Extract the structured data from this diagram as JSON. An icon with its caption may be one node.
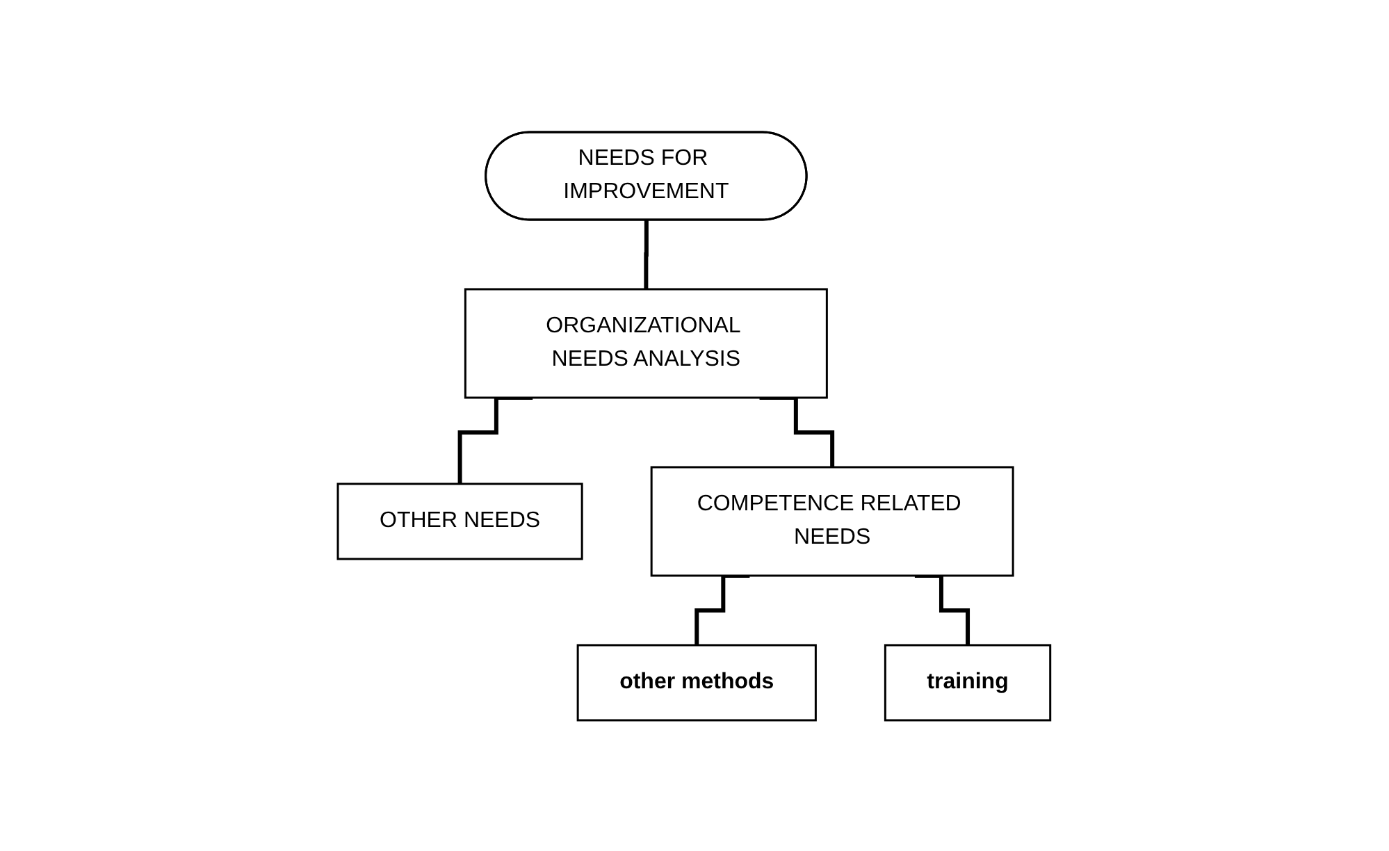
{
  "diagram": {
    "nodes": [
      {
        "text": [
          "NEEDS FOR IMPROVEMENT"
        ]
      },
      {
        "text": [
          "ORGANIZATIONAL NEEDS ANALYSIS"
        ]
      },
      {
        "text": [
          "OTHER NEEDS"
        ]
      },
      {
        "text": [
          "COMPETENCE RELATED NEEDS"
        ]
      },
      {
        "text": [
          "other methods"
        ]
      },
      {
        "text": [
          "training"
        ]
      }
    ],
    "edges": [
      {
        "from": 0,
        "to": 1,
        "arrow": "none"
      },
      {
        "from": 1,
        "to": 2,
        "arrow": "none"
      },
      {
        "from": 1,
        "to": 3,
        "arrow": "none"
      },
      {
        "from": 3,
        "to": 4,
        "arrow": "none"
      },
      {
        "from": 3,
        "to": 5,
        "arrow": "none"
      }
    ]
  }
}
